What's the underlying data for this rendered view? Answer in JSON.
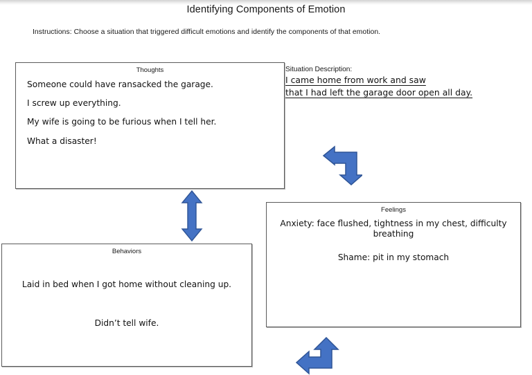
{
  "document": {
    "title": "Identifying Components of Emotion",
    "instructions": "Instructions: Choose a situation that triggered difficult emotions and identify the components of that emotion."
  },
  "situation": {
    "label": "Situation Description:",
    "value_line_1": "I came home from work and saw",
    "value_line_2": "that I had left the garage door open all day."
  },
  "boxes": {
    "thoughts": {
      "title": "Thoughts",
      "lines": [
        "Someone could have ransacked the garage.",
        "I screw up everything.",
        "My wife is going to be furious when I tell her.",
        "What a disaster!"
      ]
    },
    "behaviors": {
      "title": "Behaviors",
      "lines": [
        "Laid in bed when I got home without cleaning up.",
        "Didn’t tell wife."
      ]
    },
    "feelings": {
      "title": "Feelings",
      "lines": [
        "Anxiety: face flushed, tightness in my chest, difficulty breathing",
        "Shame: pit in my stomach"
      ]
    }
  },
  "arrows": [
    {
      "name": "double-arrow-vertical-icon",
      "connects": "Thoughts ↔ Behaviors",
      "direction": "up-down"
    },
    {
      "name": "bent-arrow-left-down-icon",
      "connects": "Thoughts ↔ Feelings",
      "direction": "left-down"
    },
    {
      "name": "bent-arrow-up-left-icon",
      "connects": "Feelings ↔ Behaviors",
      "direction": "up-left"
    }
  ],
  "colors": {
    "arrow_fill": "#4472C4",
    "arrow_stroke": "#2E5496",
    "box_border": "#5A5A5A",
    "text": "#111111",
    "page_background": "#FFFFFF"
  }
}
